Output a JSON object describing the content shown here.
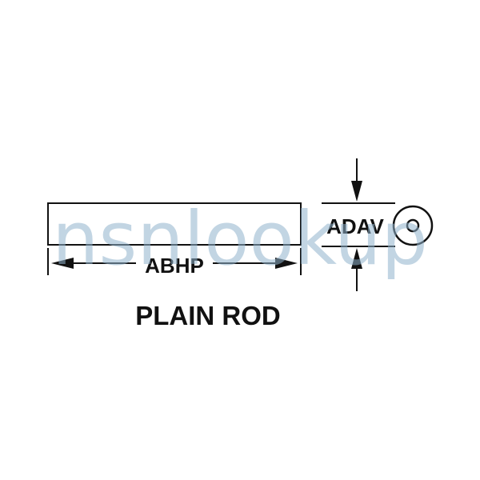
{
  "diagram": {
    "title": "PLAIN ROD",
    "length_label": "ABHP",
    "diameter_label": "ADAV",
    "watermark": "nsnlookup"
  },
  "colors": {
    "line": "#111111",
    "watermark": "#8fb3cc",
    "background": "#ffffff"
  }
}
